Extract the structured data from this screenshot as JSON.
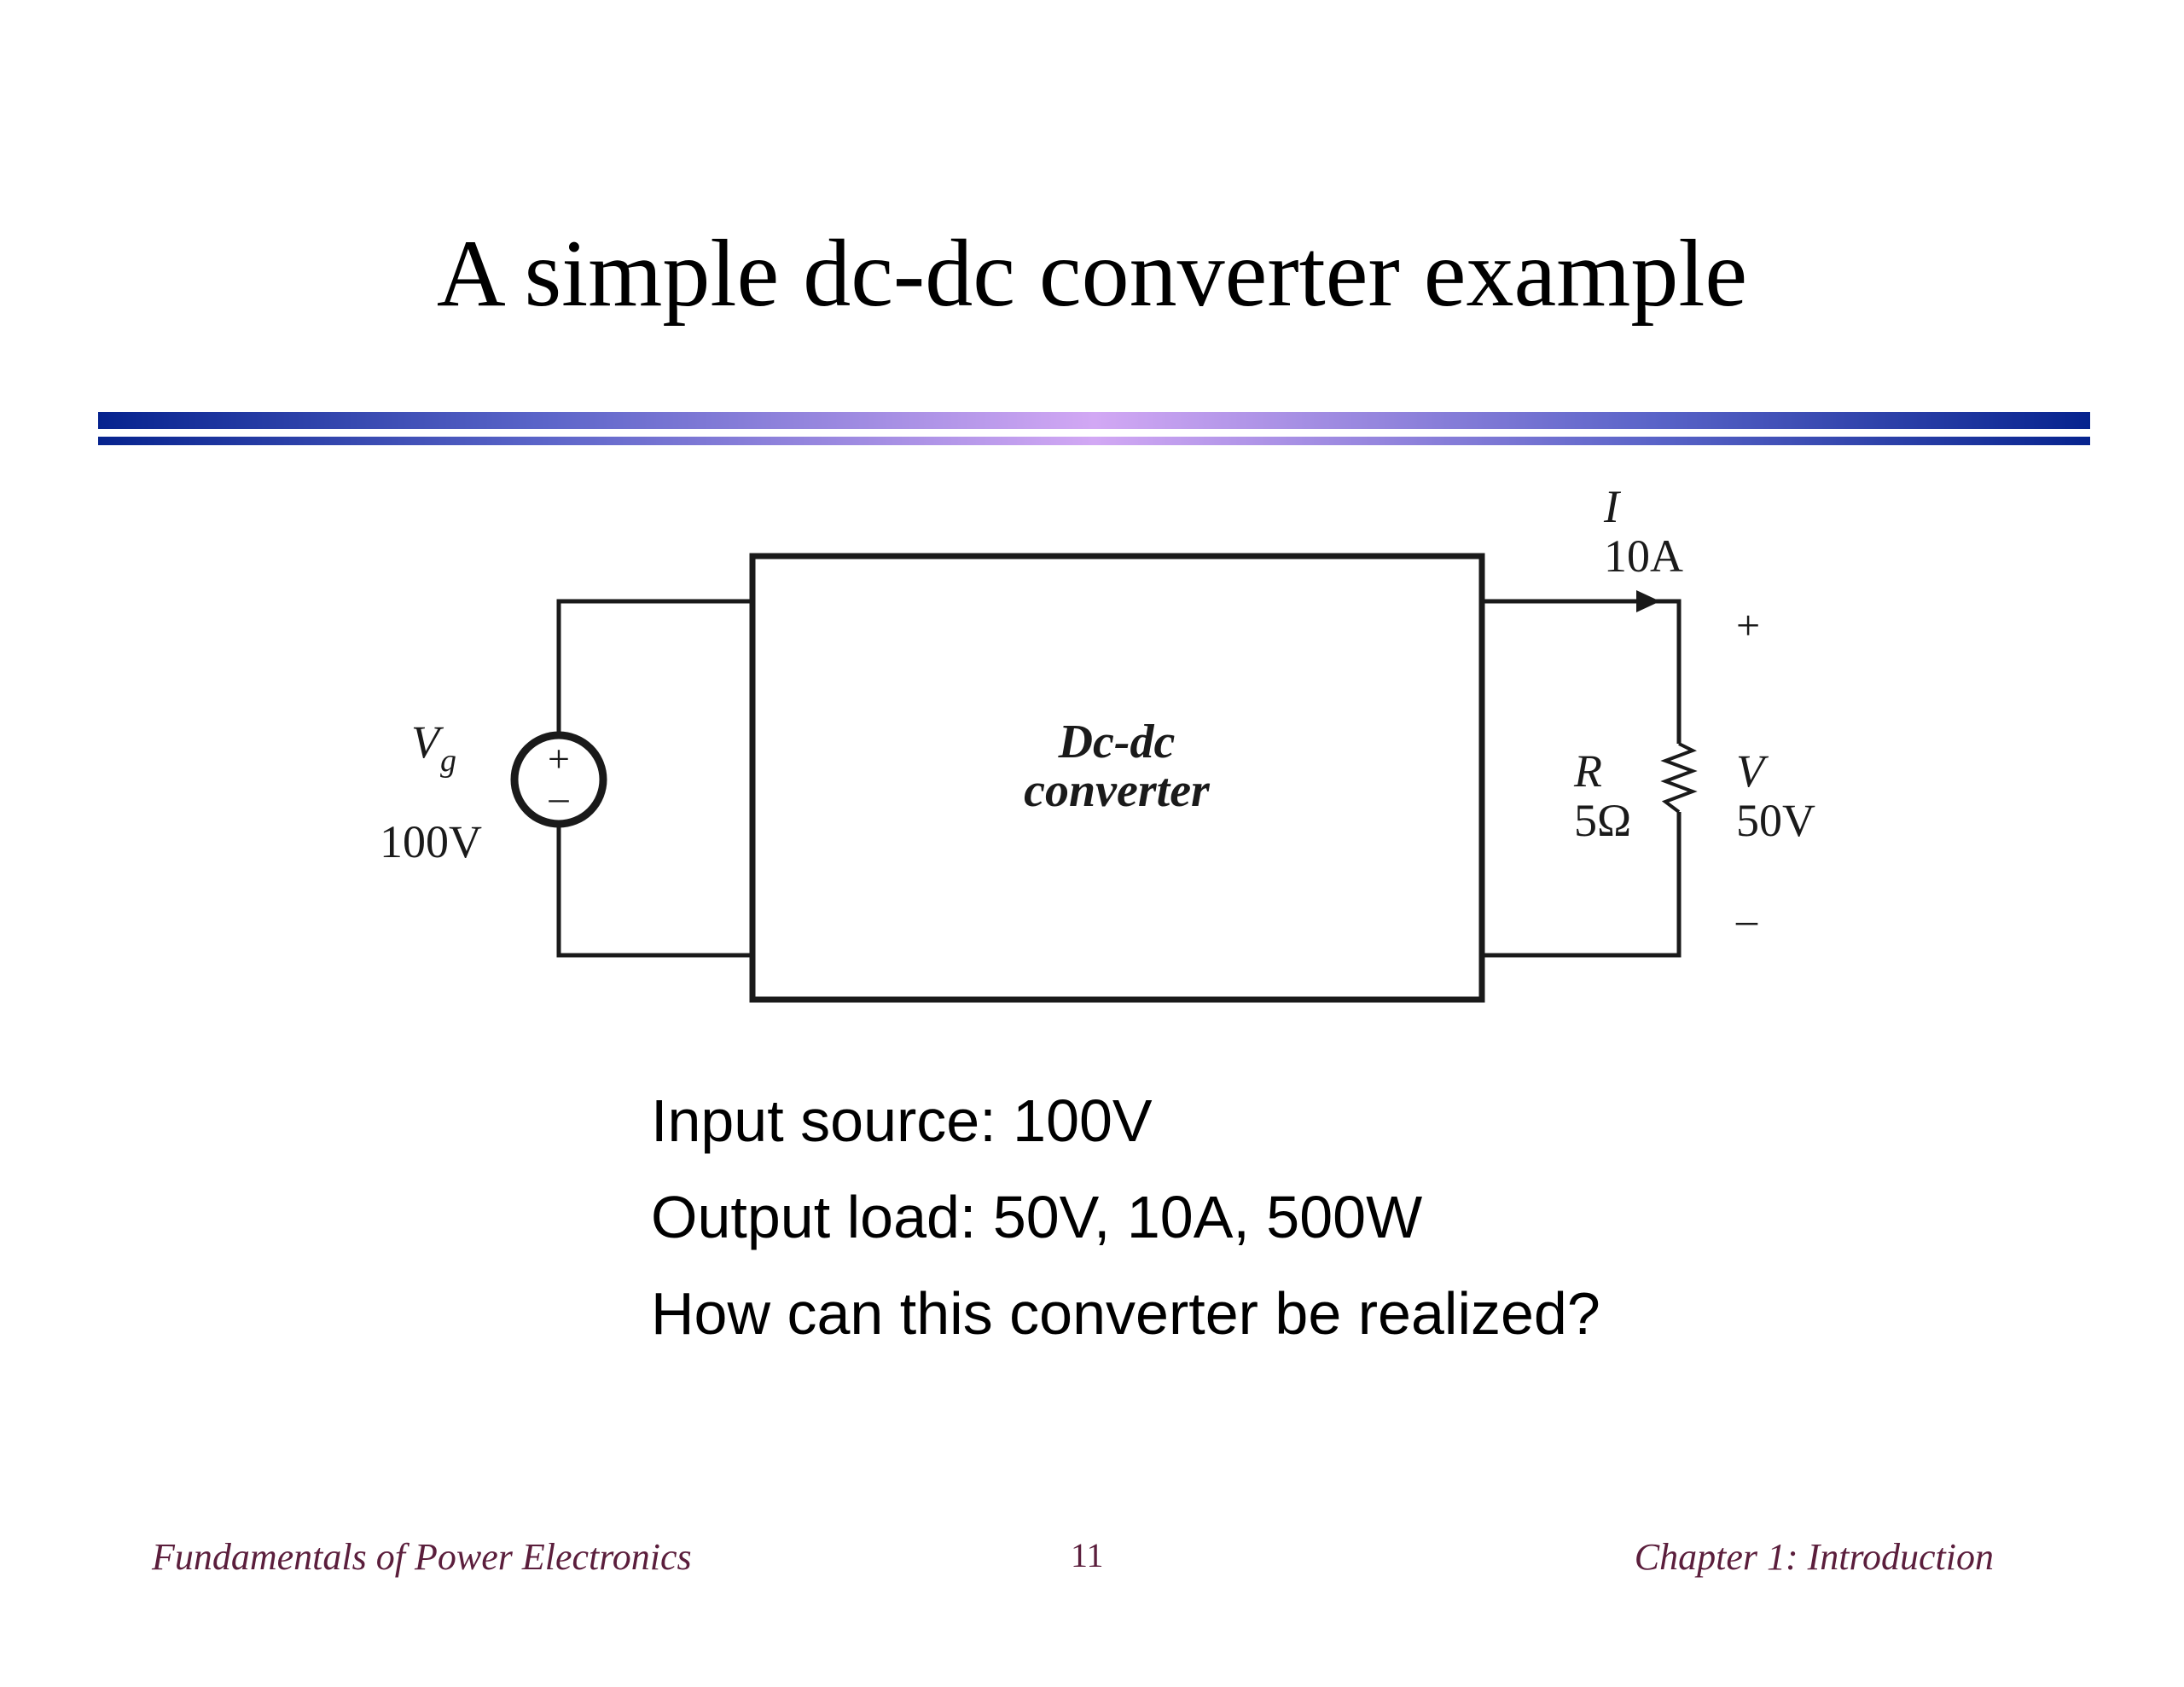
{
  "title": "A simple dc-dc converter example",
  "diagram": {
    "source": {
      "symbol": "V",
      "subscript": "g",
      "value": "100V",
      "plus": "+",
      "minus": "–"
    },
    "converter": {
      "line1": "Dc-dc",
      "line2": "converter"
    },
    "current": {
      "symbol": "I",
      "value": "10A"
    },
    "load": {
      "symbol": "R",
      "value": "5Ω"
    },
    "output": {
      "symbol": "V",
      "value": "50V",
      "plus": "+",
      "minus": "–"
    }
  },
  "bullets": [
    "Input source: 100V",
    "Output load: 50V, 10A, 500W",
    "How can this converter be realized?"
  ],
  "footer": {
    "left": "Fundamentals of Power Electronics",
    "page": "11",
    "right": "Chapter 1: Introduction"
  },
  "colors": {
    "rule_dark": "#06238e",
    "rule_light": "#d2a8f4",
    "footer_text": "#5b1e3c"
  }
}
